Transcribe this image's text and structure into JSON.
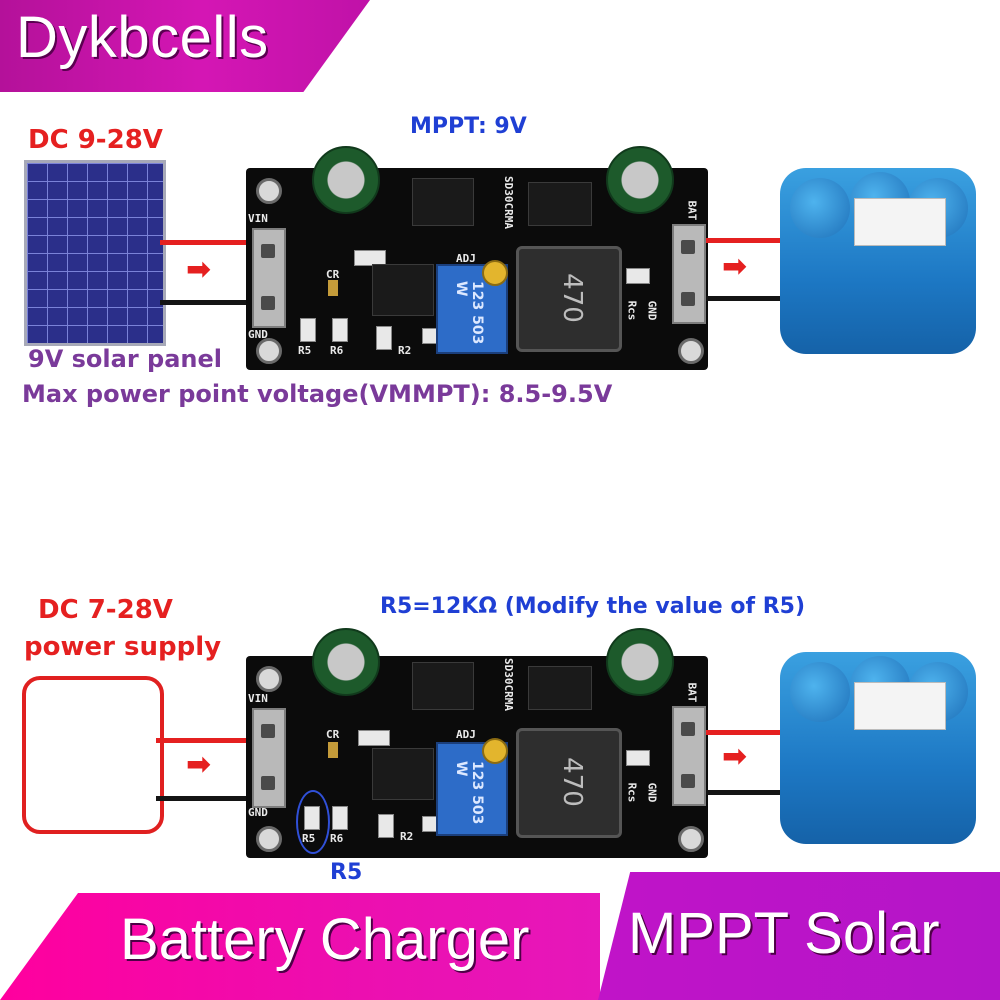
{
  "brand": "Dykbcells",
  "top": {
    "input_voltage": "DC 9-28V",
    "mppt_label": "MPPT: 9V",
    "panel_caption": "9V solar panel",
    "vmppt_caption": "Max power point voltage(VMMPT): 8.5-9.5V"
  },
  "bottom": {
    "input_voltage": "DC 7-28V",
    "supply_label": "power supply",
    "r5_note": "R5=12KΩ (Modify the value of R5)",
    "r5_label": "R5"
  },
  "board": {
    "vin": "VIN",
    "gnd": "GND",
    "bat": "BAT",
    "cr": "CR",
    "adj": "ADJ",
    "r5": "R5",
    "r6": "R6",
    "r2": "R2",
    "rcs": "Rcs",
    "gnd2": "GND",
    "chip": "SD30CRMA",
    "inductor": "470",
    "pot_code": "123 503 W"
  },
  "footer": {
    "left": "Battery Charger",
    "right": "MPPT Solar"
  },
  "colors": {
    "brand_magenta": "#d416b4",
    "footer_pink": "#ff009e",
    "footer_purple": "#c014c8",
    "label_red": "#e52020",
    "label_blue": "#1f3fd4",
    "label_purple": "#7a3a9a"
  }
}
